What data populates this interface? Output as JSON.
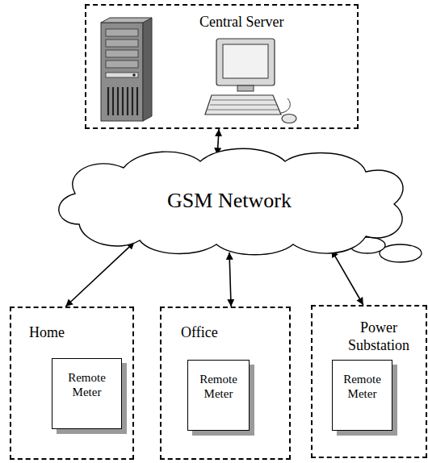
{
  "diagram": {
    "nodes": [
      {
        "text": [
          "Central Server"
        ]
      },
      {
        "text": [
          "GSM Network"
        ]
      },
      {
        "text": [
          "Home"
        ]
      },
      {
        "text": [
          "Remote Meter"
        ],
        "in": 2
      },
      {
        "text": [
          "Office"
        ]
      },
      {
        "text": [
          "Remote Meter"
        ],
        "in": 4
      },
      {
        "text": [
          "Power Substation"
        ]
      },
      {
        "text": [
          "Remote Meter"
        ],
        "in": 6
      }
    ],
    "edges": [
      {
        "from": 0,
        "to": 1,
        "arrow": "both"
      },
      {
        "from": 1,
        "to": 2,
        "arrow": "both"
      },
      {
        "from": 1,
        "to": 4,
        "arrow": "both"
      },
      {
        "from": 1,
        "to": 6,
        "arrow": "both"
      }
    ]
  }
}
